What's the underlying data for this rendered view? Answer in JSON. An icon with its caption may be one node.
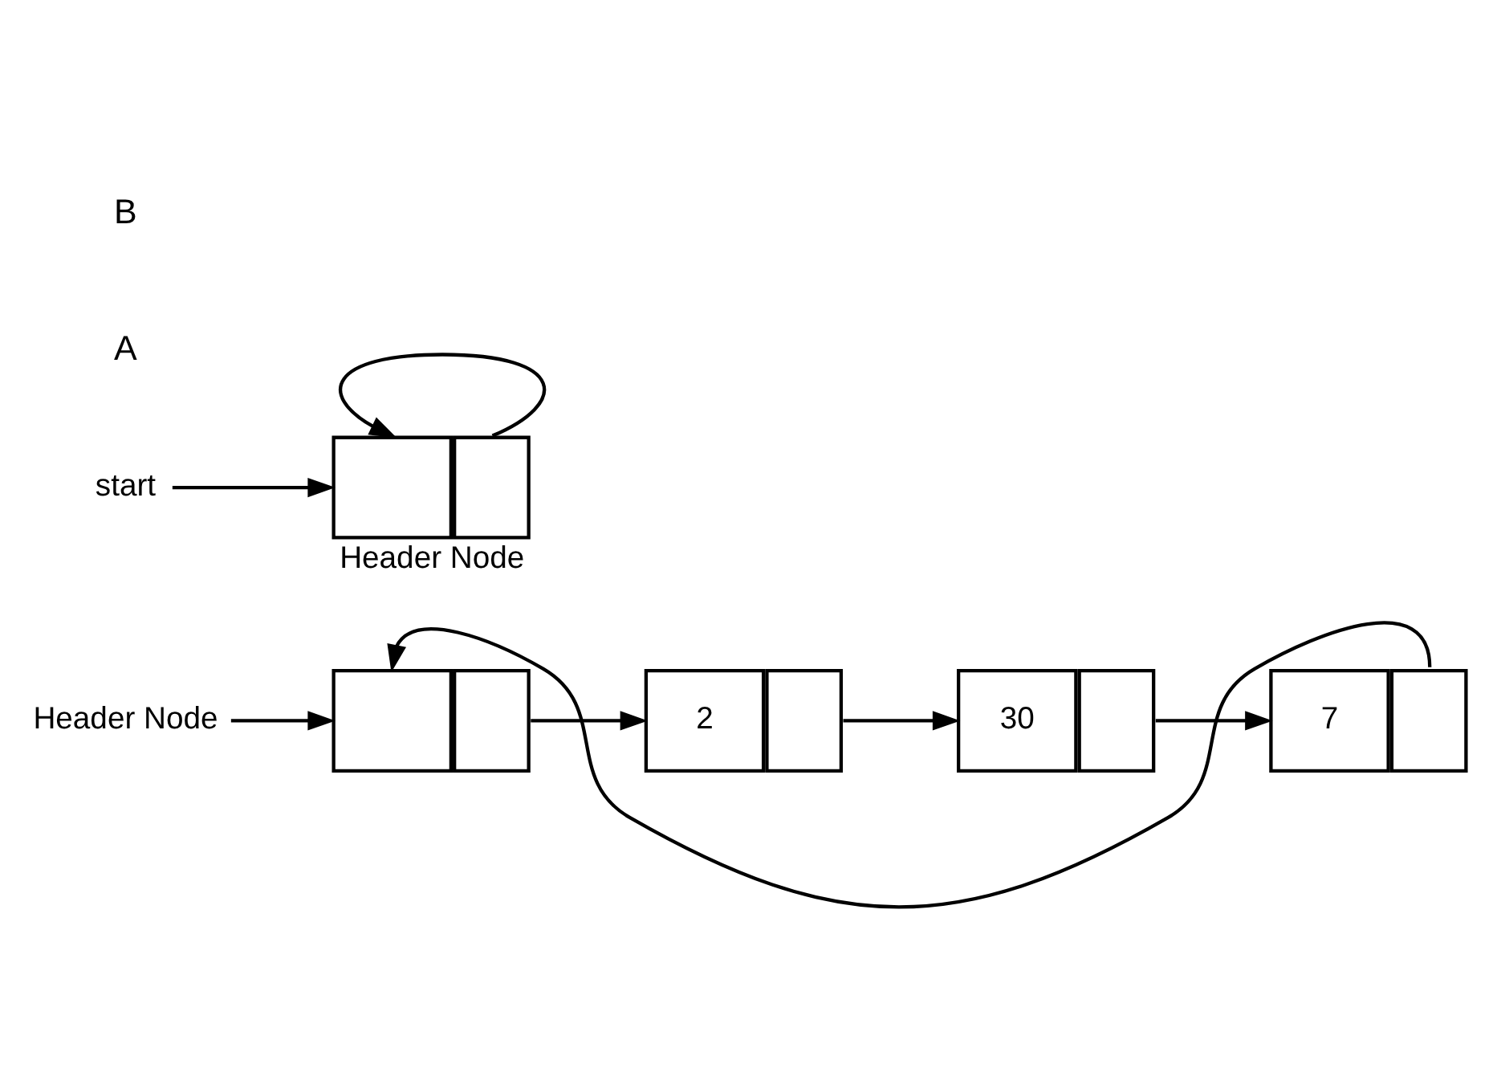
{
  "diagram": {
    "nodes": [
      {
        "text": [],
        "shape": "box"
      },
      {
        "text": [
          "2"
        ]
      },
      {
        "text": [
          "30"
        ]
      },
      {
        "text": [
          "7"
        ]
      },
      {
        "text": [
          "Header Node"
        ]
      },
      {
        "text": [],
        "shape": "box",
        "beside": [
          "Header Node"
        ]
      },
      {
        "text": [
          "start"
        ]
      }
    ],
    "edges": [
      {
        "from": 0,
        "to": 1,
        "arrow": "to"
      },
      {
        "from": 1,
        "to": 2,
        "arrow": "to"
      },
      {
        "from": 2,
        "to": 3,
        "arrow": "to"
      },
      {
        "from": 3,
        "to": 0,
        "arrow": "to"
      },
      {
        "from": 4,
        "to": 0,
        "arrow": "to"
      },
      {
        "from": 6,
        "to": 5,
        "arrow": "to"
      },
      {
        "from": 5,
        "to": 5,
        "arrow": "to"
      }
    ],
    "labels": [
      "A",
      "B"
    ]
  }
}
